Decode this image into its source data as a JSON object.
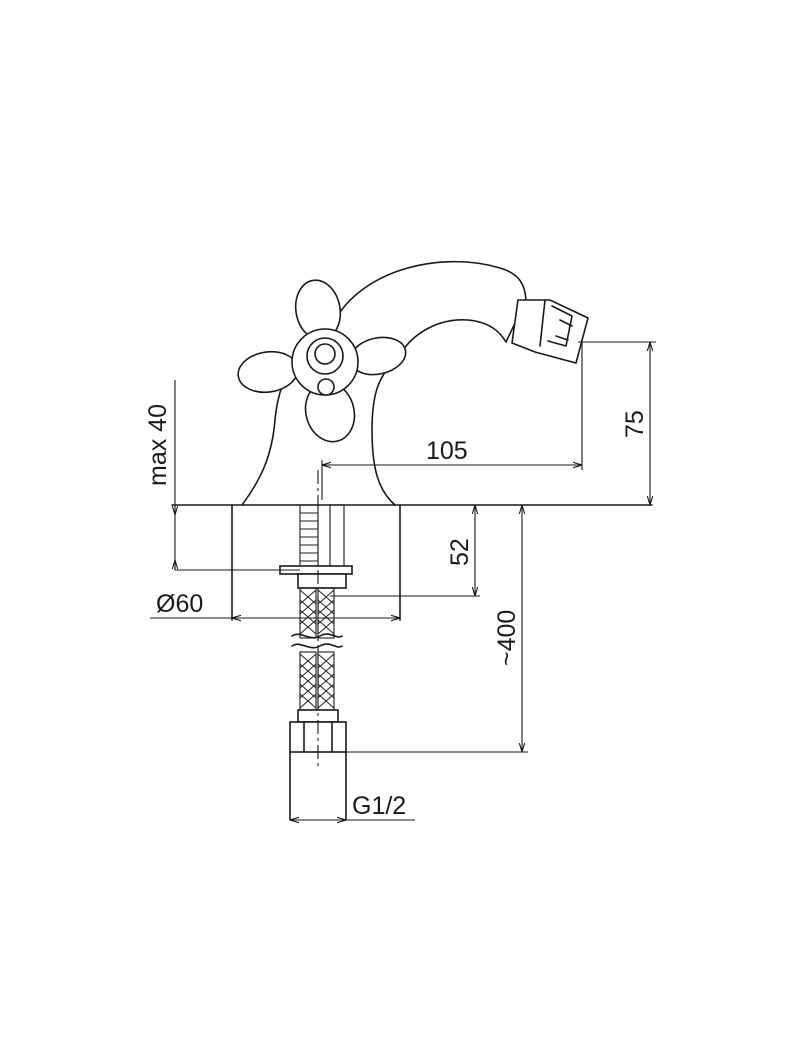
{
  "dimensions": {
    "max_mount": "max 40",
    "spout_reach": "105",
    "spout_height": "75",
    "shank_length": "52",
    "base_diameter": "Ø60",
    "hose_length": "~400",
    "connection": "G1/2"
  },
  "colors": {
    "line": "#1a1a1a",
    "background": "#ffffff"
  }
}
